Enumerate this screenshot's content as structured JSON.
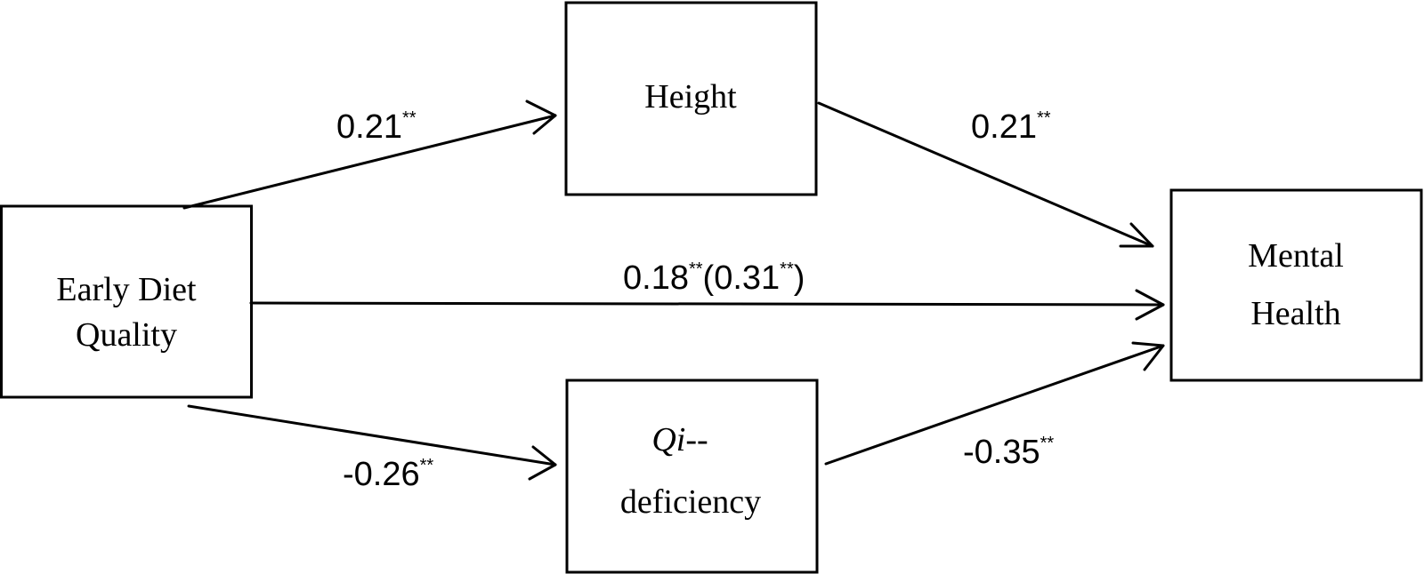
{
  "nodes": {
    "early_diet": {
      "line1": "Early Diet",
      "line2": "Quality"
    },
    "height": {
      "label": "Height"
    },
    "mental_health": {
      "line1": "Mental",
      "line2": "Health"
    },
    "qi": {
      "line1_italic": "Qi",
      "line1_rest": "--",
      "line2": "deficiency"
    }
  },
  "paths": {
    "diet_to_height": {
      "value": "0.21",
      "sig": "**"
    },
    "height_to_mental": {
      "value": "0.21",
      "sig": "**"
    },
    "diet_to_mental": {
      "value": "0.18",
      "sig": "**",
      "paren_open": "(",
      "total_value": "0.31",
      "total_sig": "**",
      "paren_close": ")"
    },
    "diet_to_qi": {
      "value": "-0.26",
      "sig": "**"
    },
    "qi_to_mental": {
      "value": "-0.35",
      "sig": "**"
    }
  }
}
